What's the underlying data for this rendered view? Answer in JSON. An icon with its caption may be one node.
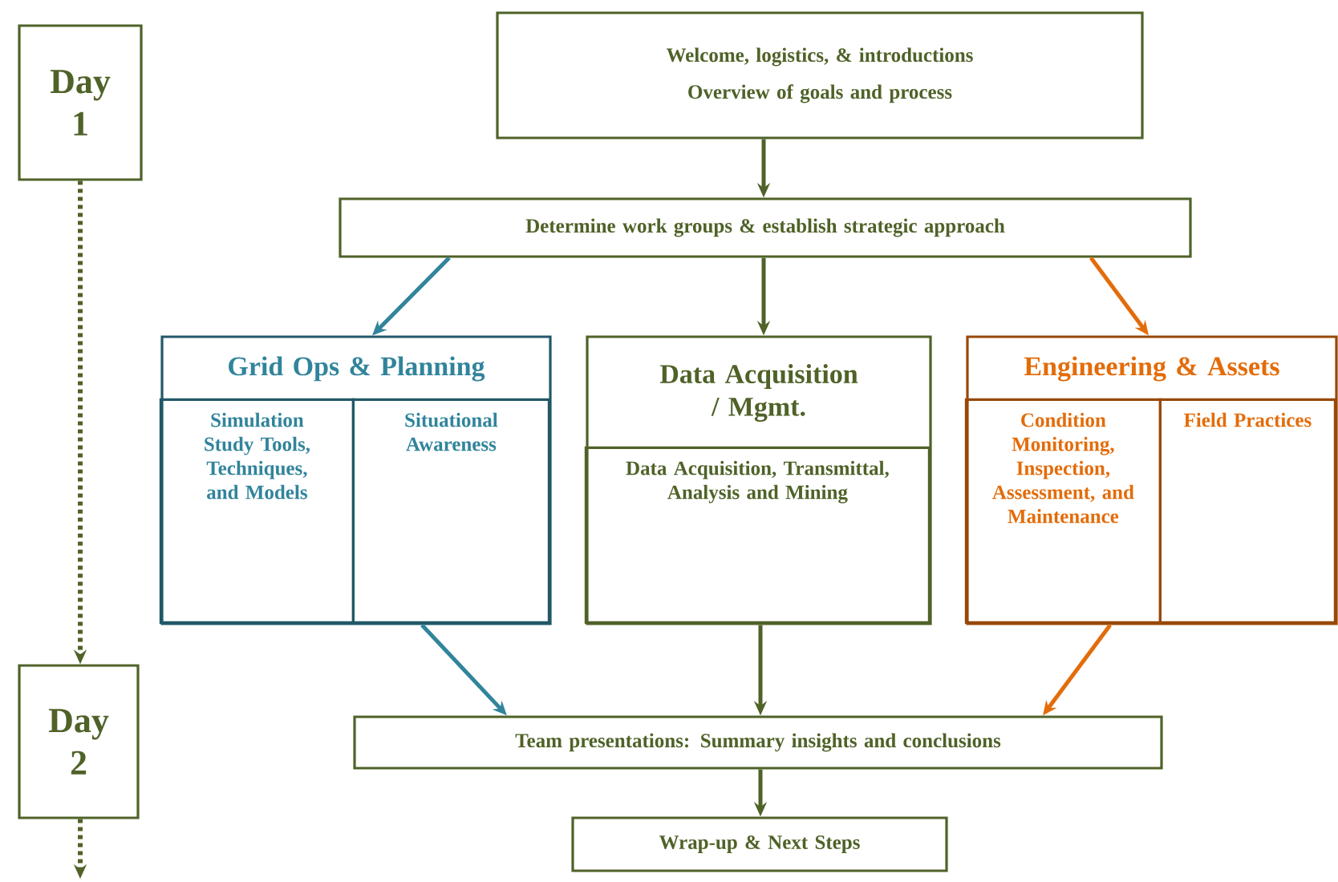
{
  "diagram": {
    "nodes": [
      {
        "text": [
          "Day 1"
        ]
      },
      {
        "text": [
          "Day 2"
        ]
      },
      {
        "text": [
          "Welcome, logistics, & introductions",
          "Overview of goals and process"
        ]
      },
      {
        "text": [
          "Determine work groups & establish strategic approach"
        ]
      },
      {
        "text": [
          "Grid Ops & Planning"
        ]
      },
      {
        "text": [
          "Simulation Study Tools, Techniques, and Models"
        ],
        "in": 4
      },
      {
        "text": [
          "Situational Awareness"
        ],
        "in": 4
      },
      {
        "text": [
          "Data Acquisition / Mgmt."
        ]
      },
      {
        "text": [
          "Data Acquisition, Transmittal, Analysis and Mining"
        ],
        "in": 7
      },
      {
        "text": [
          "Engineering & Assets"
        ]
      },
      {
        "text": [
          "Condition Monitoring, Inspection, Assessment, and Maintenance"
        ],
        "in": 9
      },
      {
        "text": [
          "Field Practices"
        ],
        "in": 9
      },
      {
        "text": [
          "Team presentations: Summary insights and conclusions"
        ]
      },
      {
        "text": [
          "Wrap-up & Next Steps"
        ]
      }
    ],
    "edges": [
      {
        "from": 0,
        "to": 1,
        "arrow": "to",
        "style": "dashed"
      },
      {
        "from": 1,
        "to": null,
        "arrow": "to",
        "style": "dashed"
      },
      {
        "from": 2,
        "to": 3,
        "arrow": "to"
      },
      {
        "from": 3,
        "to": 4,
        "arrow": "to",
        "color": "#31849b"
      },
      {
        "from": 3,
        "to": 7,
        "arrow": "to"
      },
      {
        "from": 3,
        "to": 9,
        "arrow": "to",
        "color": "#e36c0a"
      },
      {
        "from": 4,
        "to": 12,
        "arrow": "to",
        "color": "#31849b"
      },
      {
        "from": 7,
        "to": 12,
        "arrow": "to"
      },
      {
        "from": 9,
        "to": 12,
        "arrow": "to",
        "color": "#e36c0a"
      },
      {
        "from": 12,
        "to": 13,
        "arrow": "to"
      }
    ]
  }
}
